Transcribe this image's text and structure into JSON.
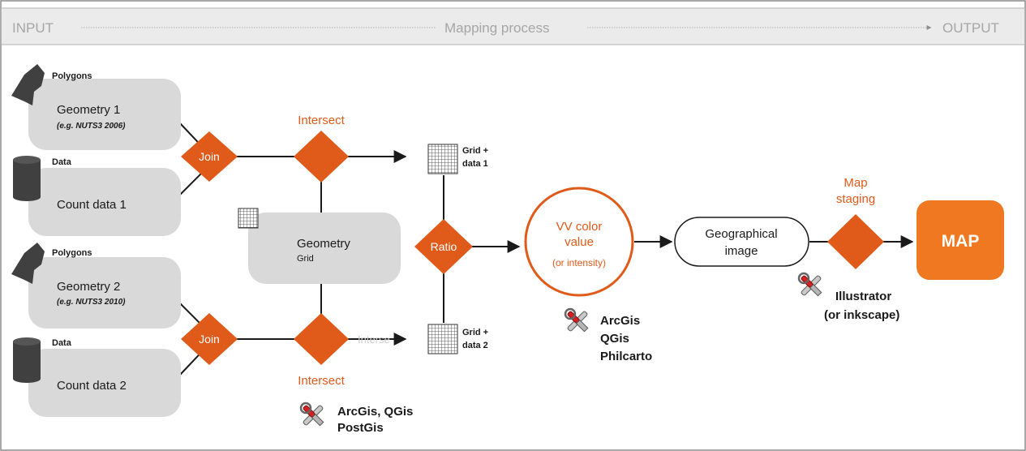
{
  "header": {
    "input_label": "INPUT",
    "process_label": "Mapping process",
    "output_label": "OUTPUT"
  },
  "inputs": [
    {
      "tag": "Polygons",
      "title": "Geometry 1",
      "note": "(e.g. NUTS3 2006)"
    },
    {
      "tag": "Data",
      "title": "Count data 1"
    },
    {
      "tag": "Polygons",
      "title": "Geometry 2",
      "note": "(e.g. NUTS3 2010)"
    },
    {
      "tag": "Data",
      "title": "Count data 2"
    }
  ],
  "operations": {
    "join_top": "Join",
    "join_bottom": "Join",
    "intersect_top": "Intersect",
    "intersect_bottom": "Intersect",
    "faint_label": "Interse",
    "ratio": "Ratio",
    "map_staging_line1": "Map",
    "map_staging_line2": "staging"
  },
  "geometry_grid": {
    "title": "Geometry",
    "subtitle": "Grid"
  },
  "grid_outputs": [
    {
      "line1": "Grid +",
      "line2": "data 1"
    },
    {
      "line1": "Grid +",
      "line2": "data 2"
    }
  ],
  "color_value": {
    "line1": "VV color",
    "line2": "value",
    "line3": "(or intensity)"
  },
  "geo_image": {
    "line1": "Geographical",
    "line2": "image"
  },
  "map_label": "MAP",
  "tools": {
    "intersect": [
      "ArcGis, QGis",
      "PostGis"
    ],
    "color": [
      "ArcGis",
      "QGis",
      "Philcarto"
    ],
    "staging": [
      "Illustrator",
      "(or inkscape)"
    ]
  },
  "colors": {
    "orange": "#e05a1a",
    "map_orange": "#f07820",
    "box_grey": "#d9d9d9",
    "header_bg": "#ebebeb",
    "header_text": "#a6a6a6"
  }
}
